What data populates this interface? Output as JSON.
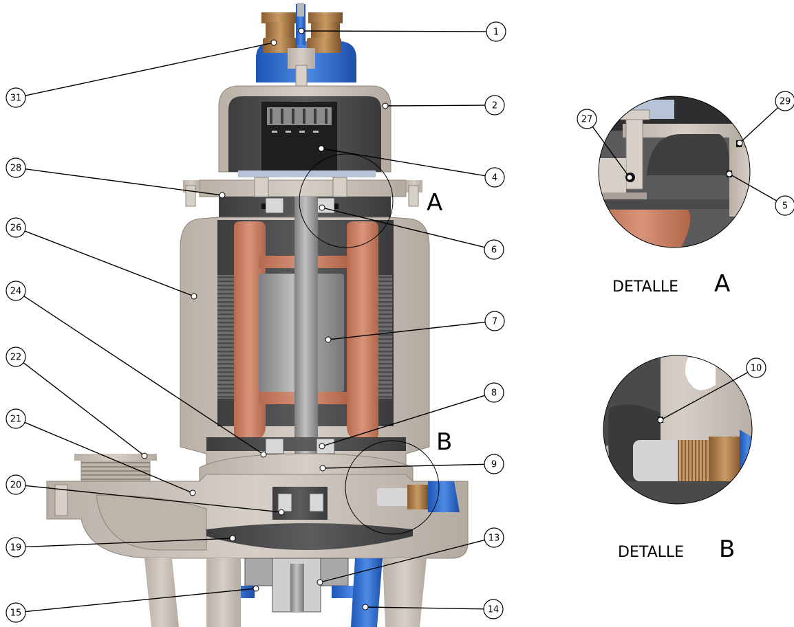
{
  "callouts": [
    {
      "id": "1",
      "label": "1"
    },
    {
      "id": "2",
      "label": "2"
    },
    {
      "id": "4",
      "label": "4"
    },
    {
      "id": "6",
      "label": "6"
    },
    {
      "id": "7",
      "label": "7"
    },
    {
      "id": "8",
      "label": "8"
    },
    {
      "id": "9",
      "label": "9"
    },
    {
      "id": "13",
      "label": "13"
    },
    {
      "id": "14",
      "label": "14"
    },
    {
      "id": "15",
      "label": "15"
    },
    {
      "id": "19",
      "label": "19"
    },
    {
      "id": "20",
      "label": "20"
    },
    {
      "id": "21",
      "label": "21"
    },
    {
      "id": "22",
      "label": "22"
    },
    {
      "id": "24",
      "label": "24"
    },
    {
      "id": "26",
      "label": "26"
    },
    {
      "id": "28",
      "label": "28"
    },
    {
      "id": "31",
      "label": "31"
    },
    {
      "id": "27",
      "label": "27"
    },
    {
      "id": "29",
      "label": "29"
    },
    {
      "id": "5",
      "label": "5"
    },
    {
      "id": "10",
      "label": "10"
    }
  ],
  "detail_markers": {
    "a": "A",
    "b": "B"
  },
  "detail_a": {
    "caption": "DETALLE",
    "letter": "A"
  },
  "detail_b": {
    "caption": "DETALLE",
    "letter": "B"
  },
  "colors": {
    "steel": "#c9c0b6",
    "steel_dark": "#9f968c",
    "interior_dark": "#4a4a4c",
    "copper": "#c77f62",
    "blue": "#2f6fd1",
    "bronze": "#a8784a",
    "shaft": "#9a9a9c"
  }
}
